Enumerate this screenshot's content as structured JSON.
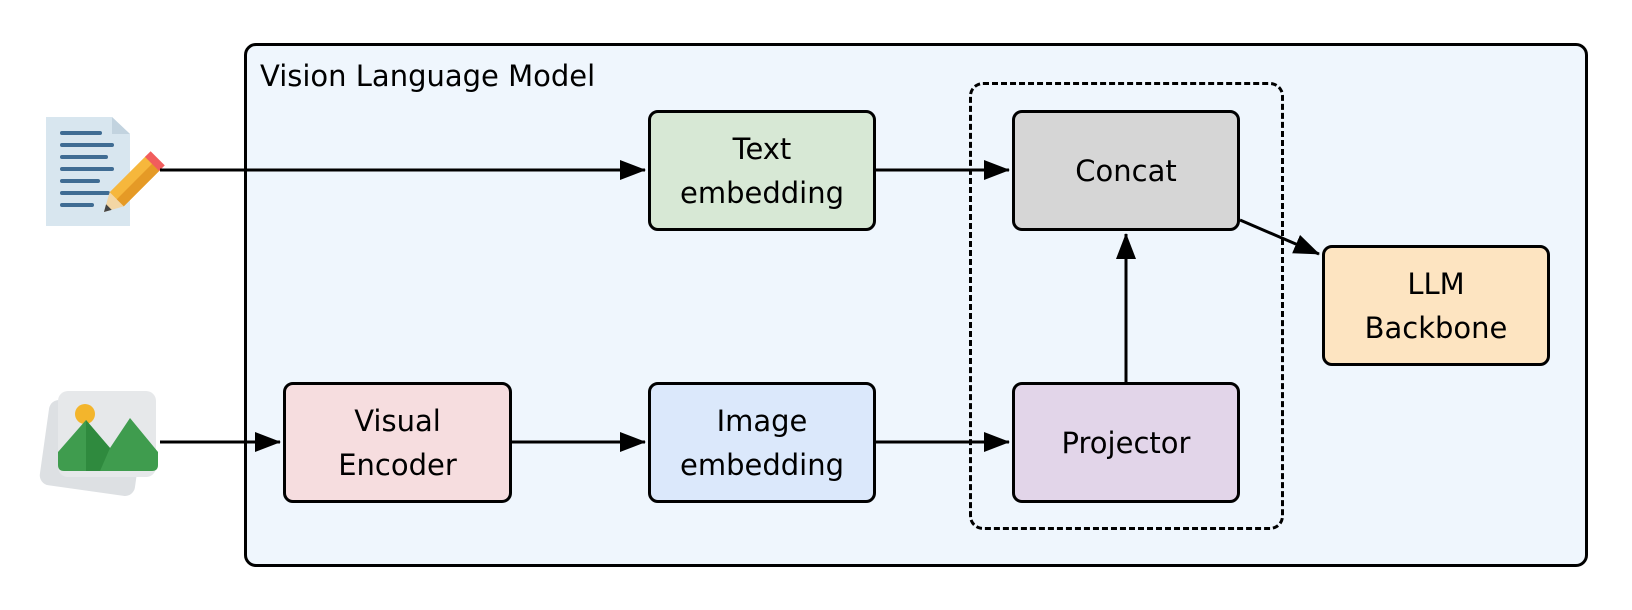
{
  "diagram": {
    "container_title": "Vision Language Model",
    "nodes": {
      "text_embedding": "Text\nembedding",
      "concat": "Concat",
      "llm_backbone": "LLM\nBackbone",
      "visual_encoder": "Visual\nEncoder",
      "image_embedding": "Image\nembedding",
      "projector": "Projector"
    },
    "inputs": {
      "text_icon": "document-pencil-icon",
      "image_icon": "image-landscape-icon"
    },
    "edges": [
      [
        "text-input",
        "text_embedding"
      ],
      [
        "text_embedding",
        "concat"
      ],
      [
        "image-input",
        "visual_encoder"
      ],
      [
        "visual_encoder",
        "image_embedding"
      ],
      [
        "image_embedding",
        "projector"
      ],
      [
        "projector",
        "concat"
      ],
      [
        "concat",
        "llm_backbone"
      ]
    ],
    "colors": {
      "container_fill": "#eff6fd",
      "text_embedding": "#d7e8d5",
      "concat": "#d6d6d6",
      "llm_backbone": "#fde4c1",
      "visual_encoder": "#f6dddf",
      "image_embedding": "#dbe8fb",
      "projector": "#e2d5e9"
    }
  }
}
